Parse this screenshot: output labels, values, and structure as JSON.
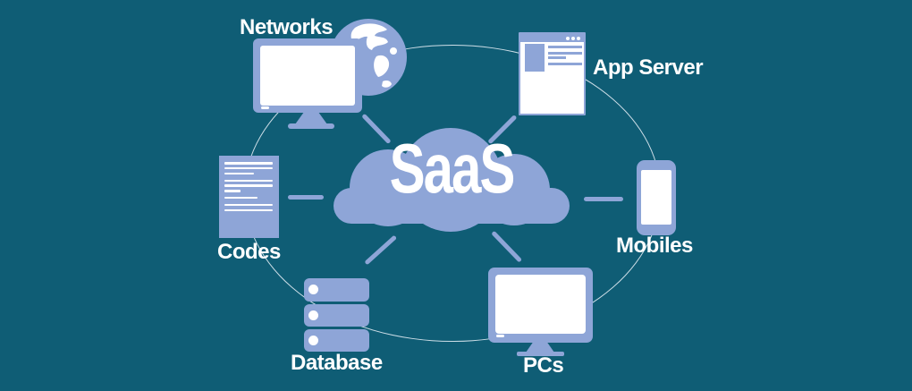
{
  "diagram": {
    "title_concept": "SaaS",
    "center_label": "SaaS",
    "nodes": [
      {
        "id": "networks",
        "label": "Networks",
        "icon": "monitor-globe-icon",
        "position": "top-left"
      },
      {
        "id": "app-server",
        "label": "App Server",
        "icon": "browser-window-icon",
        "position": "top-right"
      },
      {
        "id": "codes",
        "label": "Codes",
        "icon": "code-document-icon",
        "position": "left"
      },
      {
        "id": "mobiles",
        "label": "Mobiles",
        "icon": "smartphone-icon",
        "position": "right"
      },
      {
        "id": "database",
        "label": "Database",
        "icon": "server-stack-icon",
        "position": "bottom-left"
      },
      {
        "id": "pcs",
        "label": "PCs",
        "icon": "desktop-monitor-icon",
        "position": "bottom-right"
      }
    ],
    "colors": {
      "background": "#0F5D75",
      "accent": "#8EA5D7",
      "label_text": "#FFFFFF",
      "ring": "rgba(238,245,252,0.85)"
    }
  }
}
